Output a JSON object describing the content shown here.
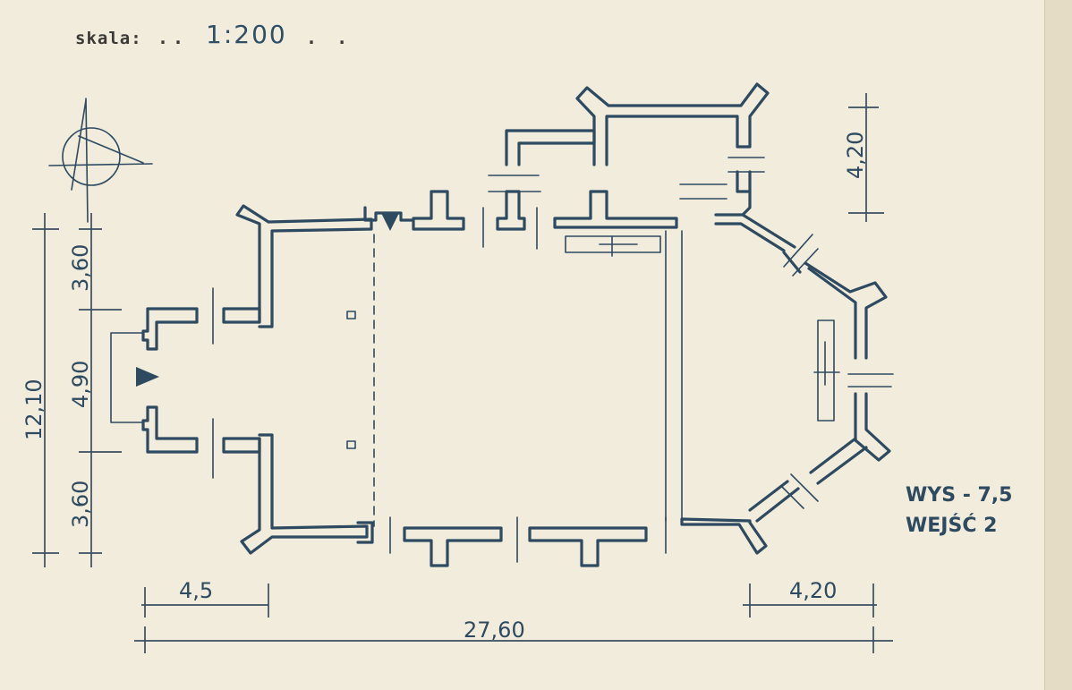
{
  "scale": {
    "label": "skala:",
    "dots_left": "..",
    "value": "1:200",
    "dots_right": ". ."
  },
  "dimensions": {
    "total_height": "12,10",
    "seg_top": "3,60",
    "seg_middle": "4,90",
    "seg_bottom": "3,60",
    "left_width": "4,5",
    "right_width": "4,20",
    "total_length": "27,60",
    "top_right": "4,20"
  },
  "notes": {
    "height": "WYS - 7,5",
    "entrances": "WEJŚĆ 2"
  },
  "colors": {
    "ink": "#2e4a61",
    "paper": "#f1ecdb"
  }
}
